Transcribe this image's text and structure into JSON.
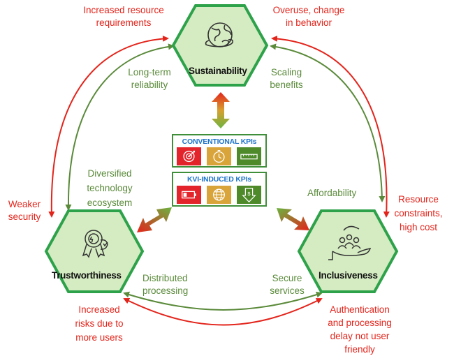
{
  "hexagons": {
    "top": "Sustainability",
    "left": "Trustworthiness",
    "right": "Inclusiveness"
  },
  "green_labels": {
    "long_term": [
      "Long-term",
      "reliability"
    ],
    "scaling": [
      "Scaling",
      "benefits"
    ],
    "diversified": [
      "Diversified",
      "technology",
      "ecosystem"
    ],
    "affordability": "Affordability",
    "distributed": [
      "Distributed",
      "processing"
    ],
    "secure": [
      "Secure",
      "services"
    ]
  },
  "red_labels": {
    "increased_resource": [
      "Increased resource",
      "requirements"
    ],
    "overuse": [
      "Overuse, change",
      "in behavior"
    ],
    "weaker": [
      "Weaker",
      "security"
    ],
    "resource_constraints": [
      "Resource",
      "constraints,",
      "high cost"
    ],
    "increased_risks": [
      "Increased",
      "risks due to",
      "more users"
    ],
    "authentication": [
      "Authentication",
      "and processing",
      "delay not user",
      "friendly"
    ]
  },
  "kpi": {
    "conventional": "CONVENTIONAL KPIs",
    "kvi_induced": "KVI-INDUCED KPIs"
  },
  "colors": {
    "hex_fill": "#d5ecc2",
    "hex_border": "#2ea24a",
    "green_arrow": "#5a8a3a",
    "red_arrow": "#e3241b",
    "tile_red": "#e3242b",
    "tile_gold": "#d9a43a",
    "tile_green": "#4e8a2a"
  },
  "icons": {
    "top": "globe-icon",
    "left": "award-ribbon-icon",
    "right": "hand-people-icon",
    "conventional": [
      "target-icon",
      "stopwatch-icon",
      "ruler-icon"
    ],
    "kvi": [
      "battery-icon",
      "web-globe-icon",
      "money-down-icon"
    ]
  }
}
